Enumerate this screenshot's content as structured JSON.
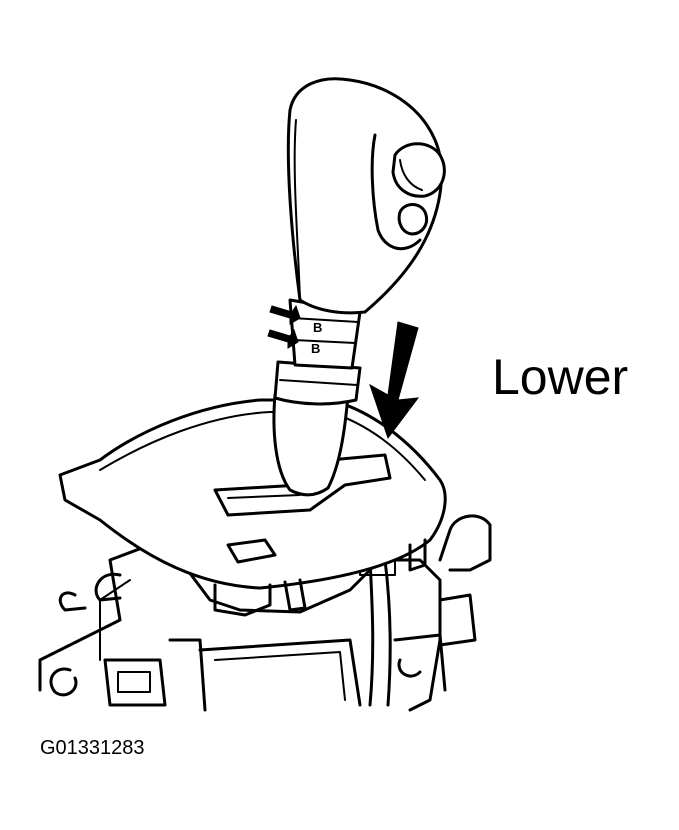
{
  "labels": {
    "direction": "Lower",
    "figure_id": "G01331283",
    "knob_mark_upper": "B",
    "knob_mark_lower": "B"
  },
  "icons": {
    "direction_arrow": "down-arrow-icon",
    "pointer_arrows": "right-arrow-icon"
  }
}
